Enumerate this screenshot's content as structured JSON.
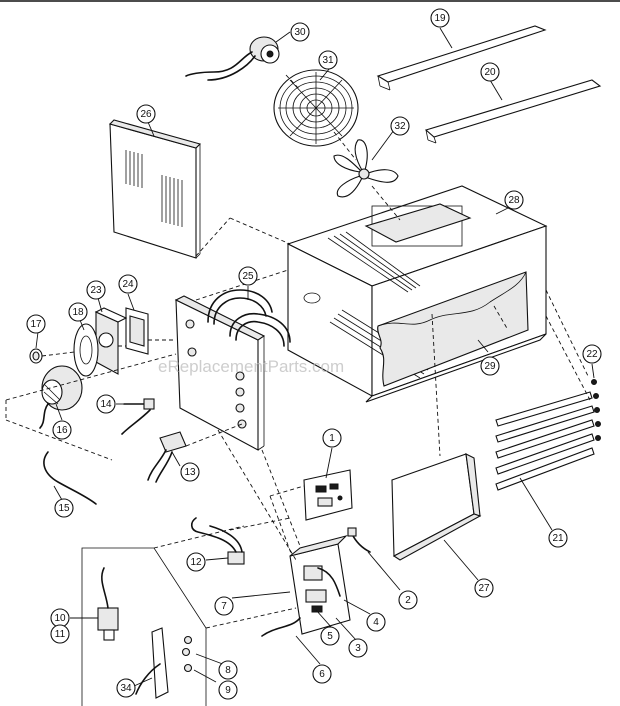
{
  "watermark": "eReplacementParts.com",
  "callouts": [
    {
      "id": "1",
      "label": "1"
    },
    {
      "id": "2",
      "label": "2"
    },
    {
      "id": "3",
      "label": "3"
    },
    {
      "id": "4",
      "label": "4"
    },
    {
      "id": "5",
      "label": "5"
    },
    {
      "id": "6",
      "label": "6"
    },
    {
      "id": "7",
      "label": "7"
    },
    {
      "id": "8",
      "label": "8"
    },
    {
      "id": "9",
      "label": "9"
    },
    {
      "id": "10",
      "label": "10"
    },
    {
      "id": "11",
      "label": "11"
    },
    {
      "id": "12",
      "label": "12"
    },
    {
      "id": "13",
      "label": "13"
    },
    {
      "id": "14",
      "label": "14"
    },
    {
      "id": "15",
      "label": "15"
    },
    {
      "id": "16",
      "label": "16"
    },
    {
      "id": "17",
      "label": "17"
    },
    {
      "id": "18",
      "label": "18"
    },
    {
      "id": "19",
      "label": "19"
    },
    {
      "id": "20",
      "label": "20"
    },
    {
      "id": "21",
      "label": "21"
    },
    {
      "id": "22",
      "label": "22"
    },
    {
      "id": "23",
      "label": "23"
    },
    {
      "id": "24",
      "label": "24"
    },
    {
      "id": "25",
      "label": "25"
    },
    {
      "id": "26",
      "label": "26"
    },
    {
      "id": "27",
      "label": "27"
    },
    {
      "id": "28",
      "label": "28"
    },
    {
      "id": "29",
      "label": "29"
    },
    {
      "id": "30",
      "label": "30"
    },
    {
      "id": "31",
      "label": "31"
    },
    {
      "id": "32",
      "label": "32"
    },
    {
      "id": "34",
      "label": "34"
    }
  ]
}
